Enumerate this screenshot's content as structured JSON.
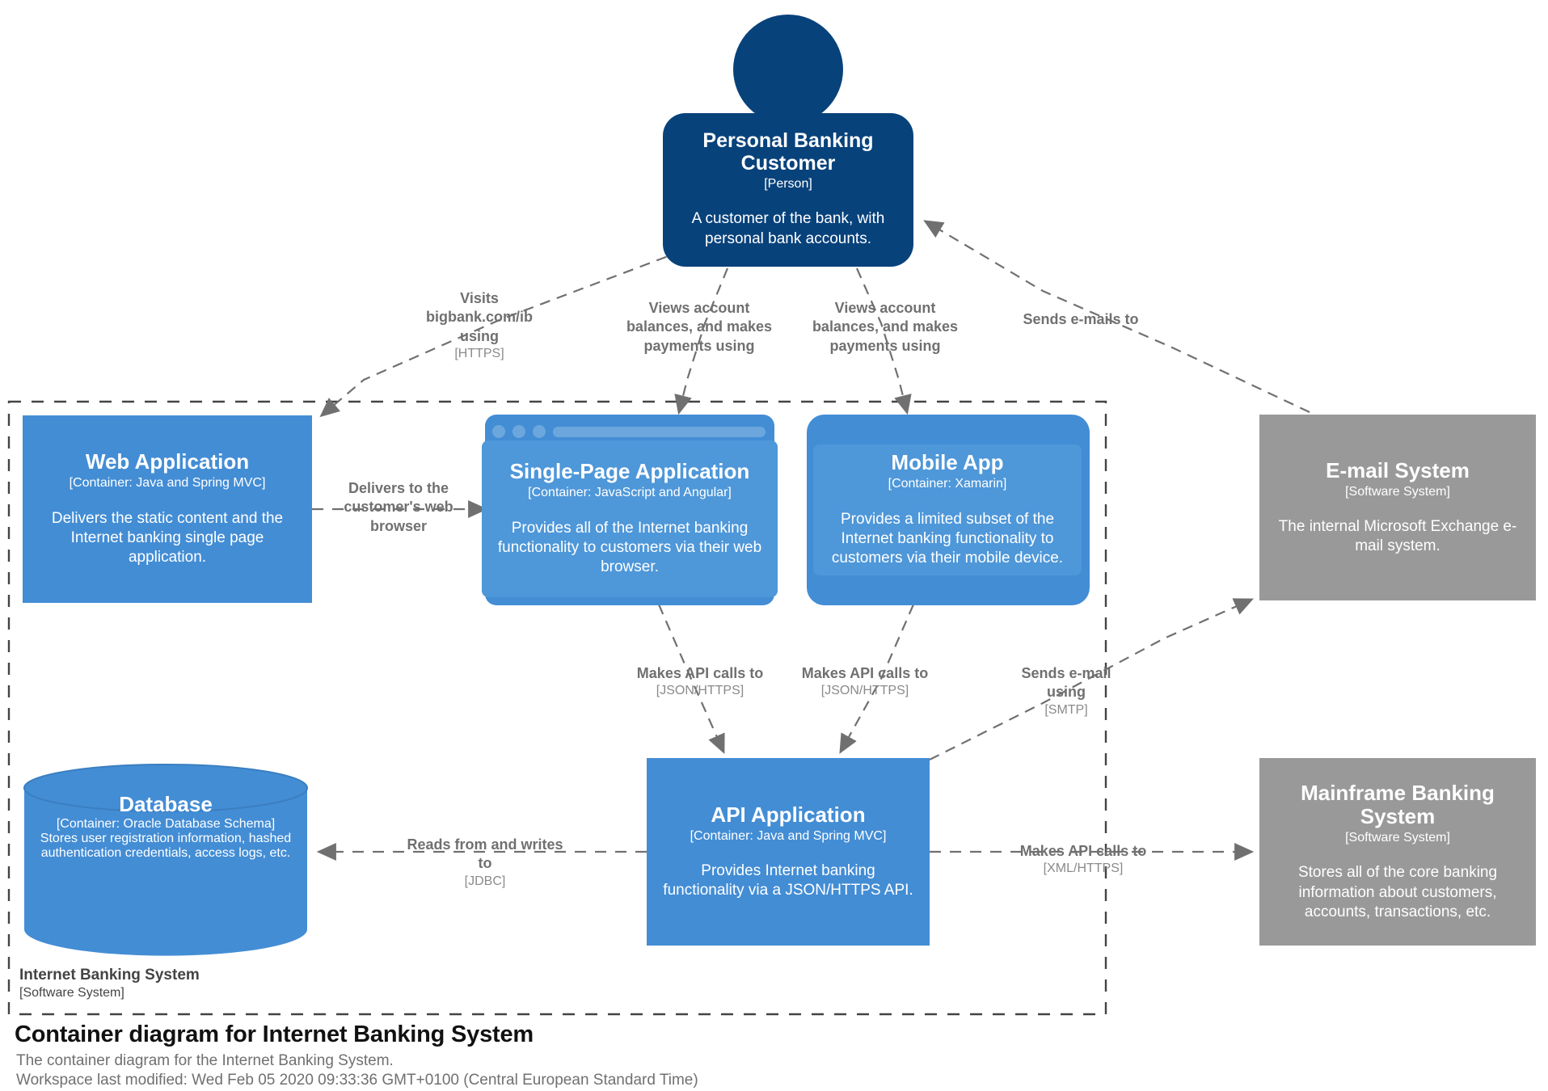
{
  "diagram": {
    "title": "Container diagram for Internet Banking System",
    "subtitle_line1": "The container diagram for the Internet Banking System.",
    "subtitle_line2": "Workspace last modified: Wed Feb 05 2020 09:33:36 GMT+0100 (Central European Standard Time)"
  },
  "boundary": {
    "name": "Internet Banking System",
    "type": "[Software System]"
  },
  "colors": {
    "person": "#08427B",
    "container": "#438DD5",
    "external": "#999999",
    "relationship": "#707070",
    "background": "#FFFFFF"
  },
  "nodes": {
    "customer": {
      "name": "Personal Banking Customer",
      "type": "[Person]",
      "description": "A customer of the bank, with personal bank accounts.",
      "shape": "person"
    },
    "web_application": {
      "name": "Web Application",
      "type": "[Container: Java and Spring MVC]",
      "description": "Delivers the static content and the Internet banking single page application.",
      "shape": "box"
    },
    "single_page_application": {
      "name": "Single-Page Application",
      "type": "[Container: JavaScript and Angular]",
      "description": "Provides all of the Internet banking functionality to customers via their web browser.",
      "shape": "web-browser"
    },
    "mobile_app": {
      "name": "Mobile App",
      "type": "[Container: Xamarin]",
      "description": "Provides a limited subset of the Internet banking functionality to customers via their mobile device.",
      "shape": "mobile-device"
    },
    "email_system": {
      "name": "E-mail System",
      "type": "[Software System]",
      "description": "The internal Microsoft Exchange e-mail system.",
      "shape": "box"
    },
    "database": {
      "name": "Database",
      "type": "[Container: Oracle Database Schema]",
      "description": "Stores user registration information, hashed authentication credentials, access logs, etc.",
      "shape": "cylinder"
    },
    "api_application": {
      "name": "API Application",
      "type": "[Container: Java and Spring MVC]",
      "description": "Provides Internet banking functionality via a JSON/HTTPS API.",
      "shape": "box"
    },
    "mainframe_banking_system": {
      "name": "Mainframe Banking System",
      "type": "[Software System]",
      "description": "Stores all of the core banking information about customers, accounts, transactions, etc.",
      "shape": "box"
    }
  },
  "relationships": [
    {
      "id": "visits",
      "label": "Visits bigbank.com/ib using",
      "technology": "[HTTPS]"
    },
    {
      "id": "views-spa",
      "label": "Views account balances, and makes payments using",
      "technology": ""
    },
    {
      "id": "views-mobile",
      "label": "Views account balances, and makes payments using",
      "technology": ""
    },
    {
      "id": "sends-emails-to",
      "label": "Sends e-mails to",
      "technology": ""
    },
    {
      "id": "delivers",
      "label": "Delivers to the customer's web browser",
      "technology": ""
    },
    {
      "id": "spa-api",
      "label": "Makes API calls to",
      "technology": "[JSON/HTTPS]"
    },
    {
      "id": "mobile-api",
      "label": "Makes API calls to",
      "technology": "[JSON/HTTPS]"
    },
    {
      "id": "sends-email-using",
      "label": "Sends e-mail using",
      "technology": "[SMTP]"
    },
    {
      "id": "reads-writes",
      "label": "Reads from and writes to",
      "technology": "[JDBC]"
    },
    {
      "id": "api-mainframe",
      "label": "Makes API calls to",
      "technology": "[XML/HTTPS]"
    }
  ]
}
